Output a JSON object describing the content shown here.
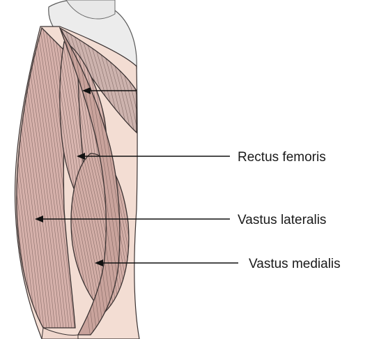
{
  "labels": [
    {
      "id": "rectus-femoris",
      "text": "Rectus femoris"
    },
    {
      "id": "vastus-lateralis",
      "text": "Vastus lateralis"
    },
    {
      "id": "vastus-medialis",
      "text": "Vastus medialis"
    }
  ],
  "colors": {
    "background": "#ffffff",
    "muscle": "#d6b1ab",
    "muscle_dark": "#c39a93",
    "skin": "#f3ddd3",
    "bone": "#ececec",
    "outline": "#3a3232",
    "leader": "#111111",
    "text": "#1a1a1a"
  }
}
